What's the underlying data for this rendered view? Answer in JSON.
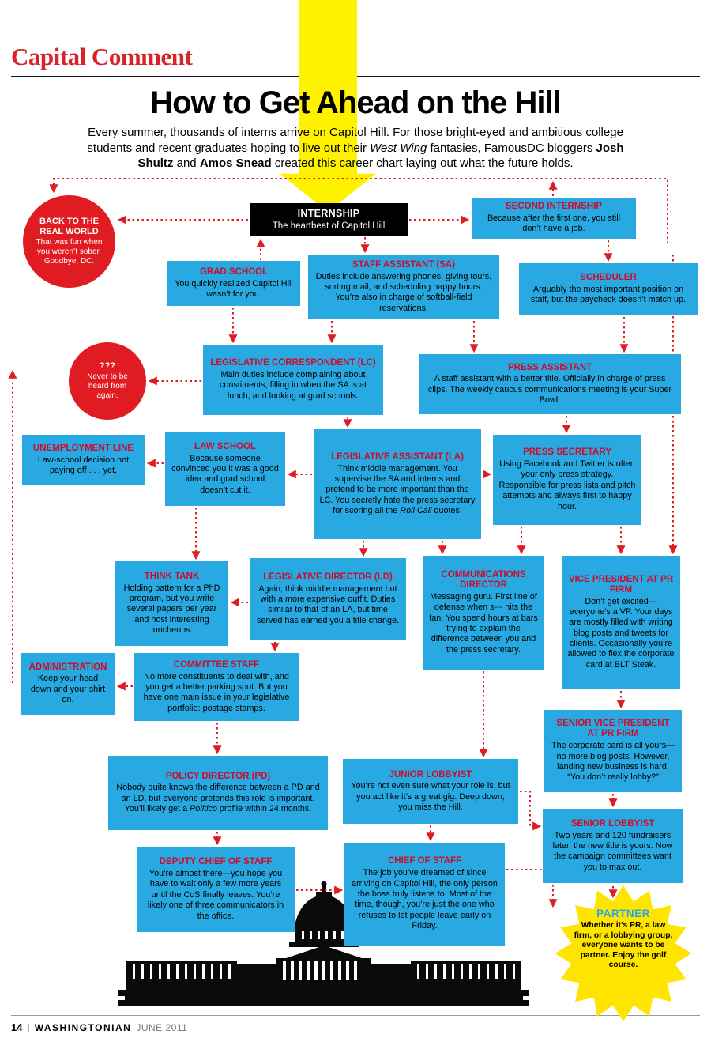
{
  "colors": {
    "box_blue": "#29a9e1",
    "masthead_red": "#d6242a",
    "node_title_red": "#cf0a2c",
    "arrow_red": "#e11b22",
    "highlight_yellow": "#fff200",
    "star_yellow": "#ffe400",
    "partner_cyan": "#29a9e1"
  },
  "masthead": {
    "section": "Capital Comment"
  },
  "headline": {
    "title": "How to Get Ahead on the Hill",
    "intro": [
      {
        "t": "Every summer, thousands of interns arrive on Capitol Hill. For those bright-eyed and ambitious college students and recent graduates hoping to live out their "
      },
      {
        "t": "West Wing"
      },
      {
        "t": " fantasies, FamousDC bloggers "
      },
      {
        "t": "Josh Shultz"
      },
      {
        "t": " and "
      },
      {
        "t": "Amos Snead"
      },
      {
        "t": " created this career chart laying out what the future holds."
      }
    ]
  },
  "nodes": {
    "internship": {
      "title": "INTERNSHIP",
      "body": "The heartbeat of Capitol Hill"
    },
    "second_internship": {
      "title": "SECOND INTERNSHIP",
      "body": "Because after the first one, you still don’t have a job."
    },
    "back_to_real_world": {
      "title": "BACK TO THE REAL WORLD",
      "body": "That was fun when you weren’t sober. Goodbye, DC."
    },
    "grad_school": {
      "title": "GRAD SCHOOL",
      "body": "You quickly realized Capitol Hill wasn’t for you."
    },
    "staff_assistant": {
      "title": "STAFF ASSISTANT (SA)",
      "body": "Duties include answering phones, giving tours, sorting mail, and scheduling happy hours. You’re also in charge of softball-field reservations."
    },
    "scheduler": {
      "title": "SCHEDULER",
      "body": "Arguably the most important position on staff, but the paycheck doesn’t match up."
    },
    "qqq": {
      "title": "???",
      "body": "Never to be heard from again."
    },
    "legislative_correspondent": {
      "title": "LEGISLATIVE CORRESPONDENT (LC)",
      "body": "Main duties include complaining about constituents, filling in when the SA is at lunch, and looking at grad schools."
    },
    "press_assistant": {
      "title": "PRESS ASSISTANT",
      "body": "A staff assistant with a better title. Officially in charge of press clips. The weekly caucus communications meeting is your Super Bowl."
    },
    "unemployment_line": {
      "title": "UNEMPLOYMENT LINE",
      "body": "Law-school decision not paying off . . . yet."
    },
    "law_school": {
      "title": "LAW SCHOOL",
      "body": "Because someone convinced you it was a good idea and grad school doesn’t cut it."
    },
    "legislative_assistant": {
      "title": "LEGISLATIVE ASSISTANT (LA)",
      "body_pre": "Think middle management. You supervise the SA and interns and pretend to be more important than the LC. You secretly hate the press secretary for scoring all the ",
      "body_it": "Roll Call",
      "body_post": " quotes."
    },
    "press_secretary": {
      "title": "PRESS SECRETARY",
      "body": "Using Facebook and Twitter is often your only press strategy. Responsible for press lists and pitch attempts and always first to happy hour."
    },
    "think_tank": {
      "title": "THINK TANK",
      "body": "Holding pattern for a PhD program, but you write several papers per year and host interesting luncheons."
    },
    "legislative_director": {
      "title": "LEGISLATIVE DIRECTOR (LD)",
      "body": "Again, think middle management but with a more expensive outfit. Duties similar to that of an LA, but time served has earned you a title change."
    },
    "communications_director": {
      "title": "COMMUNICATIONS DIRECTOR",
      "body": "Messaging guru. First line of defense when s--- hits the fan. You spend hours at bars trying to explain the difference between you and the press secretary."
    },
    "vp_pr": {
      "title": "VICE PRESIDENT AT PR FIRM",
      "body": "Don’t get excited—everyone’s a VP. Your days are mostly filled with writing blog posts and tweets for clients. Occasionally you’re allowed to flex the corporate card at BLT Steak."
    },
    "administration": {
      "title": "ADMINISTRATION",
      "body": "Keep your head down and your shirt on."
    },
    "committee_staff": {
      "title": "COMMITTEE STAFF",
      "body": "No more constituents to deal with, and you get a better parking spot. But you have one main issue in your legislative portfolio: postage stamps."
    },
    "svp_pr": {
      "title": "SENIOR VICE PRESIDENT AT PR FIRM",
      "body": "The corporate card is all yours—no more blog posts. However, landing new business is hard. “You don’t really lobby?”"
    },
    "policy_director": {
      "title": "POLICY DIRECTOR (PD)",
      "body_pre": "Nobody quite knows the difference between a PD and an LD, but everyone pretends this role is important. You’ll likely get a ",
      "body_it": "Politico",
      "body_post": " profile within 24 months."
    },
    "junior_lobbyist": {
      "title": "JUNIOR LOBBYIST",
      "body": "You’re not even sure what your role is, but you act like it’s a great gig. Deep down, you miss the Hill."
    },
    "senior_lobbyist": {
      "title": "SENIOR LOBBYIST",
      "body": "Two years and 120 fundraisers later, the new title is yours. Now the campaign committees want you to max out."
    },
    "deputy_chief": {
      "title": "DEPUTY CHIEF OF STAFF",
      "body": "You’re almost there—you hope you have to wait only a few more years until the CoS finally leaves. You’re likely one of three communicators in the office."
    },
    "chief_of_staff": {
      "title": "CHIEF OF STAFF",
      "body": "The job you’ve dreamed of since arriving on Capitol Hill, the only person the boss truly listens to. Most of the time, though, you’re just the one who refuses to let people leave early on Friday."
    },
    "partner": {
      "title": "PARTNER",
      "body": "Whether it’s PR, a law firm, or a lobbying group, everyone wants to be partner. Enjoy the golf course."
    }
  },
  "footer": {
    "page": "14",
    "separator": "|",
    "magazine": "WASHINGTONIAN",
    "issue": "JUNE 2011"
  }
}
